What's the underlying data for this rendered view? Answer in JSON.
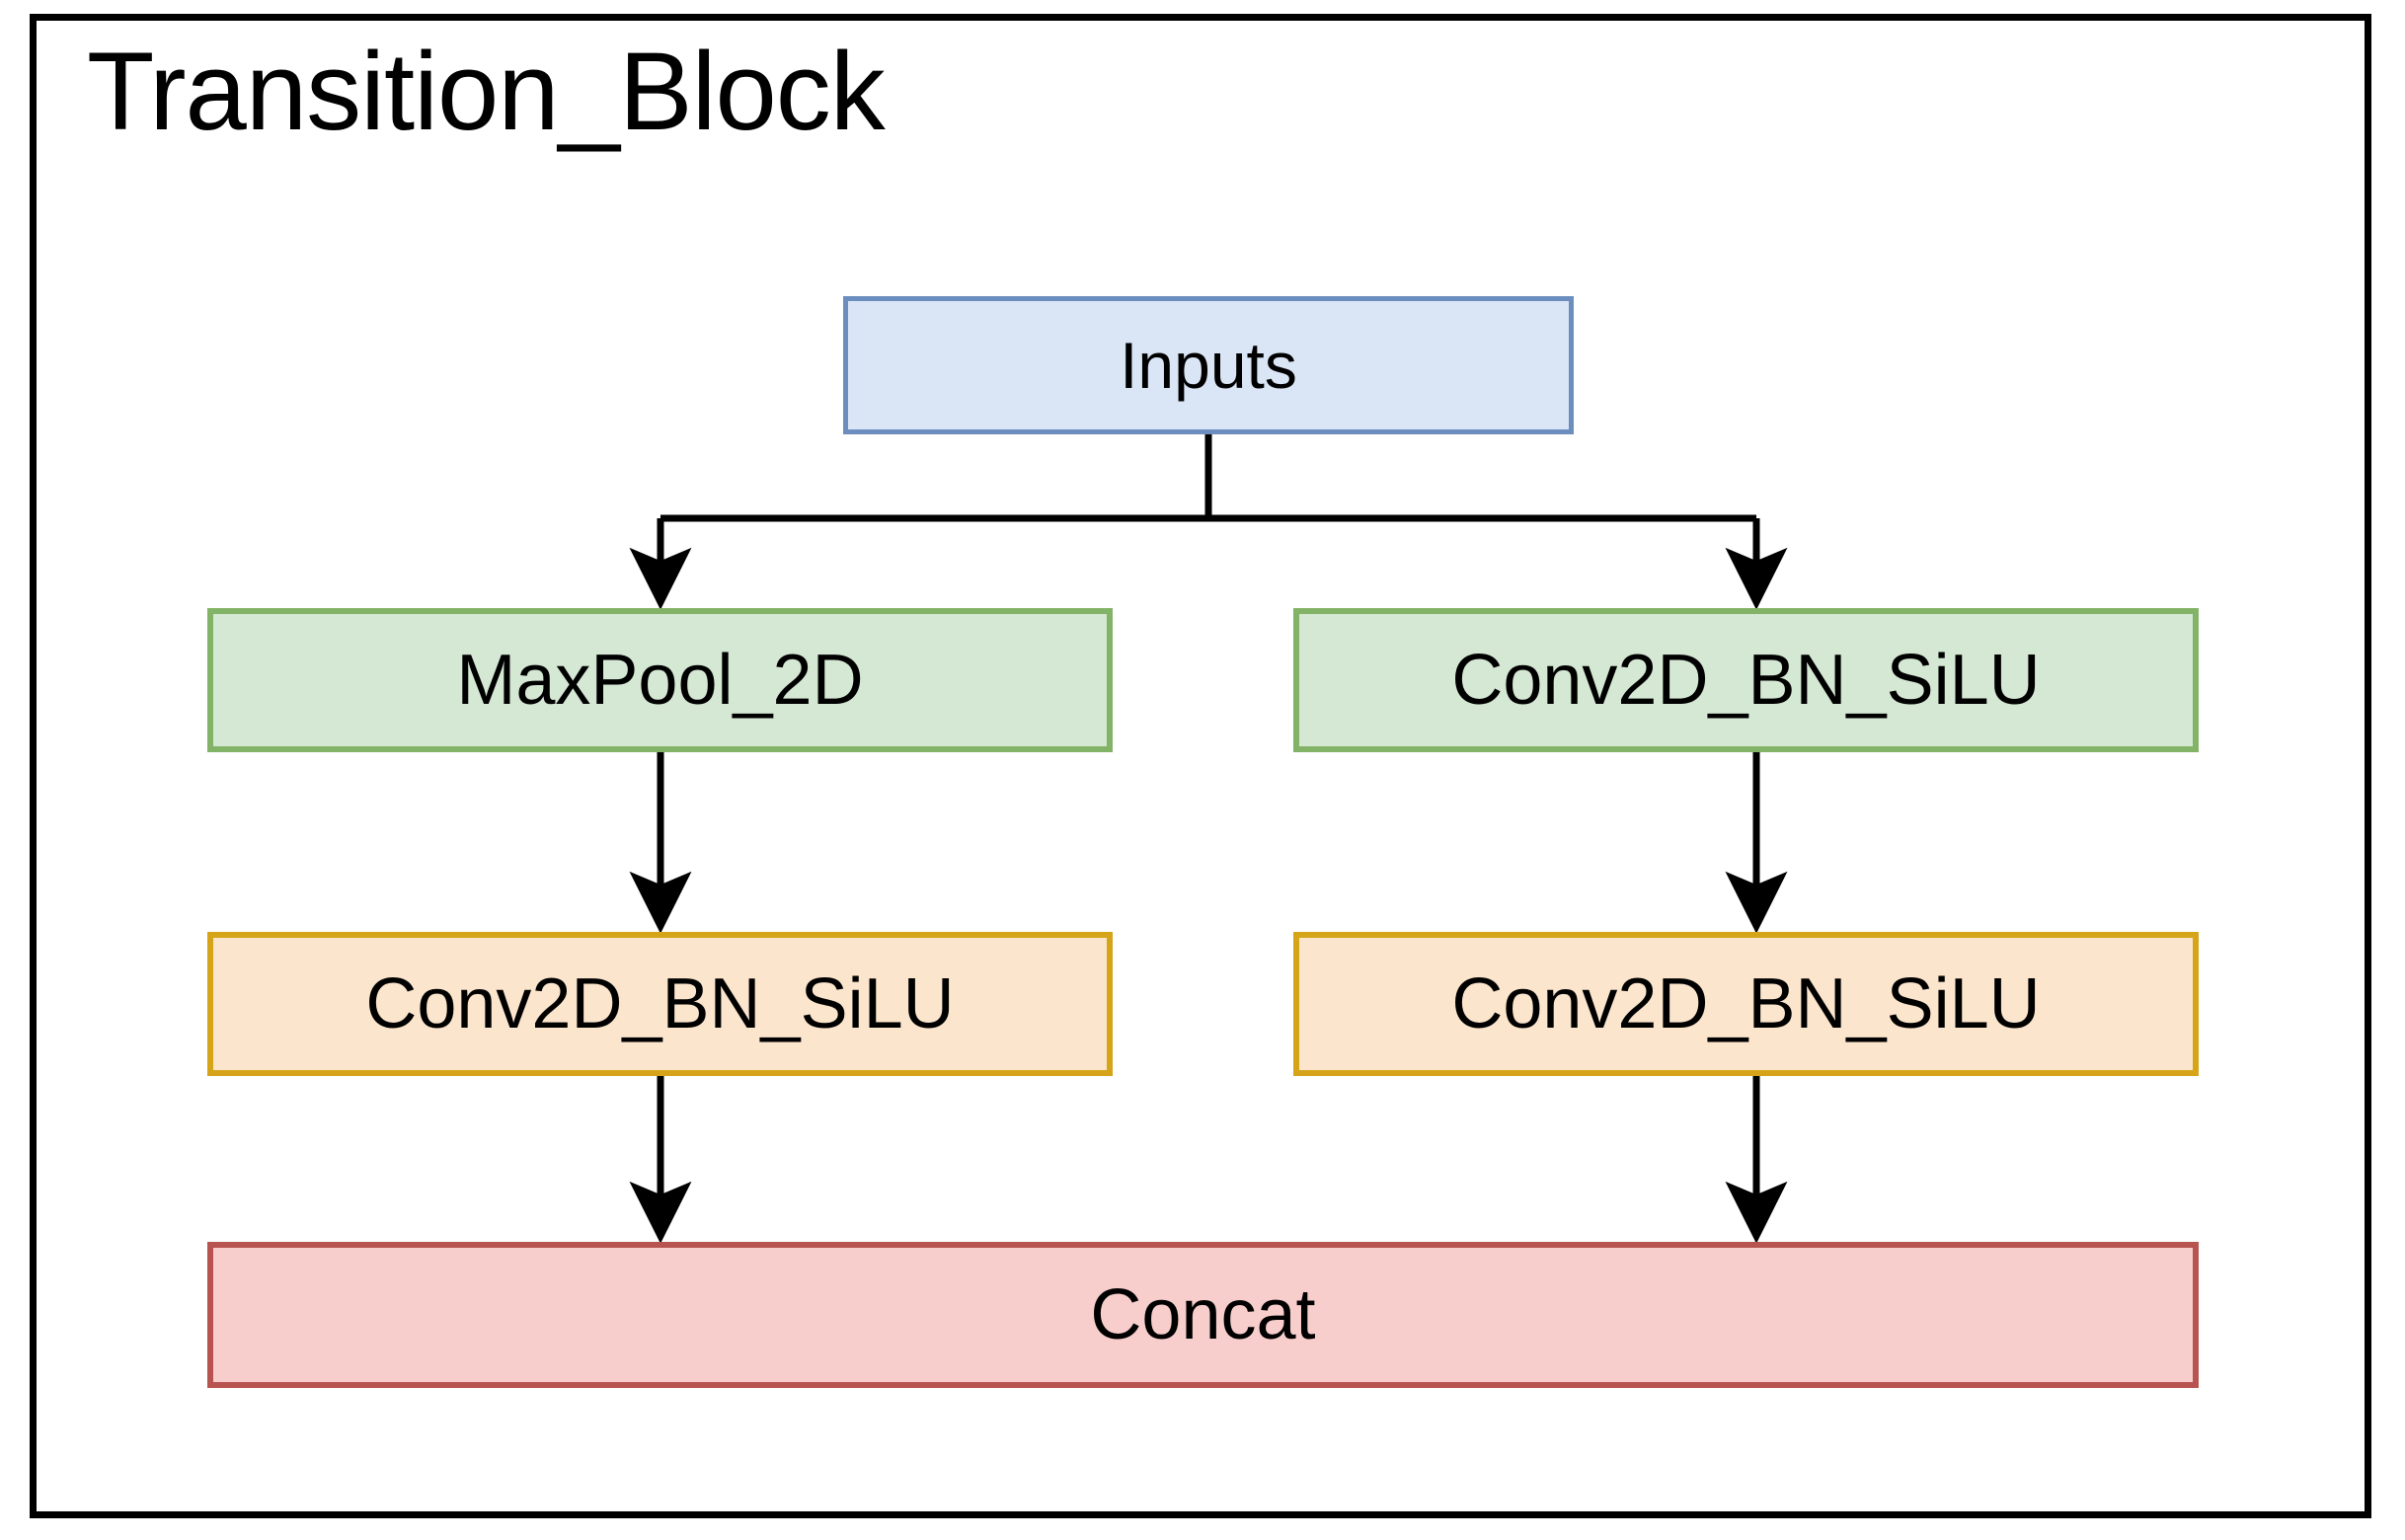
{
  "diagram": {
    "title": "Transition_Block",
    "type": "flowchart",
    "frame": {
      "border_color": "#000000",
      "background": "#ffffff"
    },
    "nodes": [
      {
        "id": "inputs",
        "label": "Inputs",
        "fill": "#dae5f5",
        "stroke": "#6c8ebf",
        "shape": "rectangle"
      },
      {
        "id": "maxpool_2d",
        "label": "MaxPool_2D",
        "fill": "#d5e8d4",
        "stroke": "#82b366",
        "shape": "rectangle"
      },
      {
        "id": "conv_right_top",
        "label": "Conv2D_BN_SiLU",
        "fill": "#d5e8d4",
        "stroke": "#82b366",
        "shape": "rectangle"
      },
      {
        "id": "conv_left_bottom",
        "label": "Conv2D_BN_SiLU",
        "fill": "#fce5cd",
        "stroke": "#d6a419",
        "shape": "rectangle"
      },
      {
        "id": "conv_right_bottom",
        "label": "Conv2D_BN_SiLU",
        "fill": "#fce5cd",
        "stroke": "#d6a419",
        "shape": "rectangle"
      },
      {
        "id": "concat",
        "label": "Concat",
        "fill": "#f8cecc",
        "stroke": "#b85450",
        "shape": "rectangle"
      }
    ],
    "edges": [
      {
        "from": "inputs",
        "to": "maxpool_2d",
        "style": "orthogonal-split",
        "arrow": "filled-triangle"
      },
      {
        "from": "inputs",
        "to": "conv_right_top",
        "style": "orthogonal-split",
        "arrow": "filled-triangle"
      },
      {
        "from": "maxpool_2d",
        "to": "conv_left_bottom",
        "style": "straight",
        "arrow": "filled-triangle"
      },
      {
        "from": "conv_right_top",
        "to": "conv_right_bottom",
        "style": "straight",
        "arrow": "filled-triangle"
      },
      {
        "from": "conv_left_bottom",
        "to": "concat",
        "style": "straight",
        "arrow": "filled-triangle"
      },
      {
        "from": "conv_right_bottom",
        "to": "concat",
        "style": "straight",
        "arrow": "filled-triangle"
      }
    ],
    "edge_color": "#000000"
  }
}
